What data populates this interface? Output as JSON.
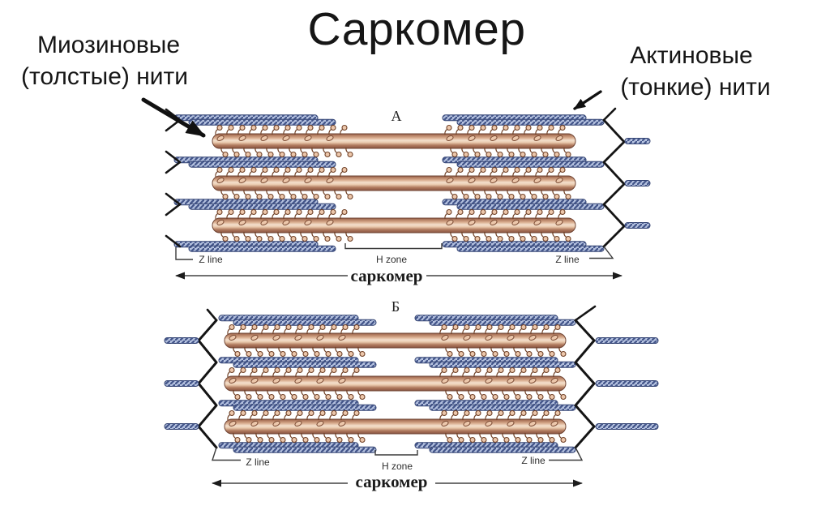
{
  "title": "Саркомер",
  "annotations": {
    "myosin_label_line1": "Миозиновые",
    "myosin_label_line2": "(толстые) нити",
    "actin_label_line1": "Актиновые",
    "actin_label_line2": "(тонкие) нити"
  },
  "diagram_a": {
    "letter": "А",
    "z_line_left": "Z line",
    "h_zone": "H zone",
    "z_line_right": "Z line",
    "sarcomere_label": "саркомер"
  },
  "diagram_b": {
    "letter": "Б",
    "z_line_left": "Z line",
    "h_zone": "H zone",
    "z_line_right": "Z line",
    "sarcomere_label": "саркомер"
  },
  "colors": {
    "actin_stripe_blue": "#44568a",
    "actin_light_blue": "#b3c0de",
    "actin_outline": "#2c3c6b",
    "myosin_tan": "#c89679",
    "myosin_outline": "#6f4433",
    "head_fill": "#ecc7ab",
    "head_outline": "#6f4026",
    "line_black": "#141414"
  }
}
